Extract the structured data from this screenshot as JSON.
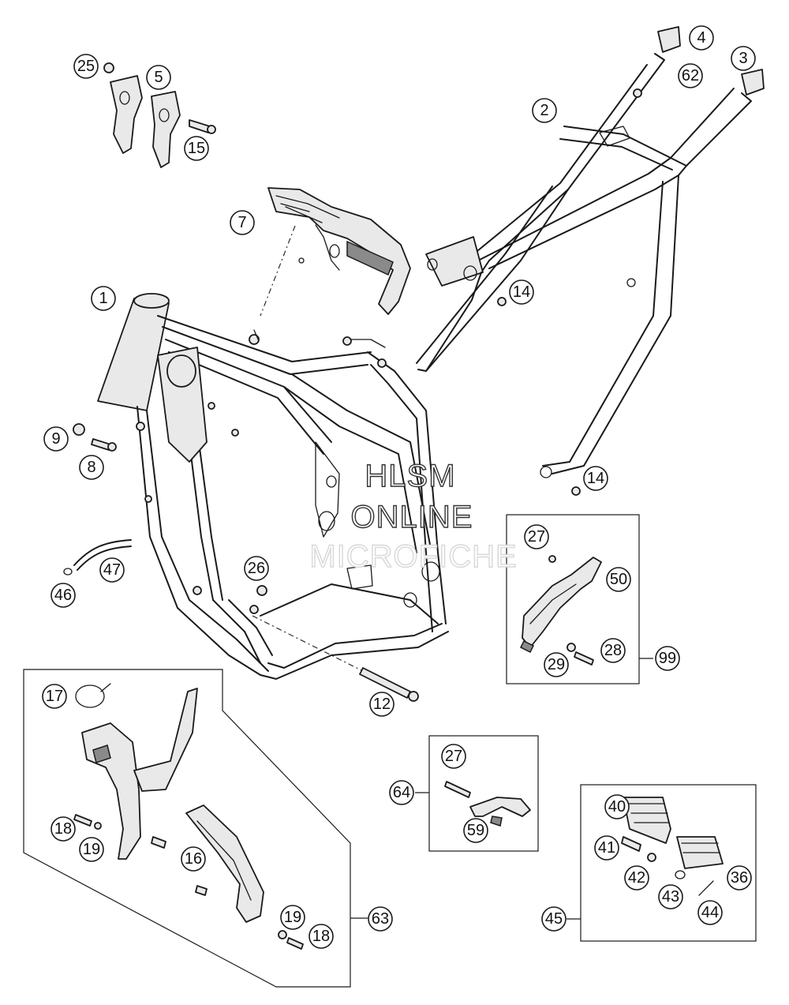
{
  "callouts": [
    {
      "label": "1"
    },
    {
      "label": "2"
    },
    {
      "label": "3"
    },
    {
      "label": "4"
    },
    {
      "label": "5"
    },
    {
      "label": "7"
    },
    {
      "label": "8"
    },
    {
      "label": "9"
    },
    {
      "label": "12"
    },
    {
      "label": "14"
    },
    {
      "label": "14"
    },
    {
      "label": "15"
    },
    {
      "label": "16"
    },
    {
      "label": "17"
    },
    {
      "label": "18"
    },
    {
      "label": "18"
    },
    {
      "label": "19"
    },
    {
      "label": "19"
    },
    {
      "label": "25"
    },
    {
      "label": "26"
    },
    {
      "label": "27"
    },
    {
      "label": "27"
    },
    {
      "label": "28"
    },
    {
      "label": "29"
    },
    {
      "label": "36"
    },
    {
      "label": "40"
    },
    {
      "label": "41"
    },
    {
      "label": "42"
    },
    {
      "label": "43"
    },
    {
      "label": "44"
    },
    {
      "label": "45"
    },
    {
      "label": "46"
    },
    {
      "label": "47"
    },
    {
      "label": "50"
    },
    {
      "label": "59"
    },
    {
      "label": "62"
    },
    {
      "label": "63"
    },
    {
      "label": "64"
    },
    {
      "label": "99"
    }
  ],
  "watermark": {
    "line1": "HLSM",
    "line2": "ONLINE",
    "line3": "MICROFICHE"
  }
}
